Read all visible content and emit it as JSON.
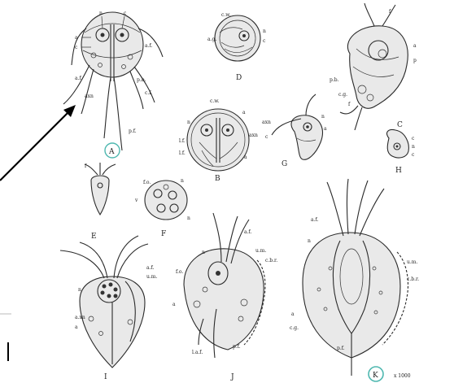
{
  "figure": {
    "panels": [
      {
        "id": "A",
        "letter": "A",
        "labels": [
          "n",
          "c",
          "a",
          "c",
          "a.f.",
          "axn",
          "p.b.",
          "c.f.",
          "p.f."
        ]
      },
      {
        "id": "D",
        "letter": "D",
        "labels": [
          "c.w.",
          "n",
          "a.g.",
          "c"
        ]
      },
      {
        "id": "C",
        "letter": "C",
        "labels": [
          "f",
          "a",
          "p",
          "p.b.",
          "c.g.",
          "f"
        ]
      },
      {
        "id": "B",
        "letter": "B",
        "labels": [
          "c.w.",
          "a",
          "n",
          "l.f.",
          "axn",
          "l.f.",
          "a"
        ]
      },
      {
        "id": "G",
        "letter": "G",
        "labels": [
          "n",
          "axn",
          "a",
          "c"
        ]
      },
      {
        "id": "H",
        "letter": "H",
        "labels": [
          "c",
          "n",
          "c"
        ]
      },
      {
        "id": "E",
        "letter": "E",
        "labels": [
          "f"
        ]
      },
      {
        "id": "F",
        "letter": "F",
        "labels": [
          "f.o.",
          "n",
          "v",
          "n"
        ]
      },
      {
        "id": "I",
        "letter": "I",
        "labels": [
          "a.f.",
          "u.m.",
          "n",
          "a.xn",
          "a"
        ]
      },
      {
        "id": "J",
        "letter": "J",
        "labels": [
          "a.f.",
          "n",
          "u.m.",
          "c.b.r.",
          "f.o.",
          "a",
          "l.a.f.",
          "p.f."
        ]
      },
      {
        "id": "K",
        "letter": "K",
        "labels": [
          "a.f.",
          "n",
          "u.m.",
          "c.b.r.",
          "a",
          "c.g.",
          "p.f."
        ]
      }
    ],
    "scale_note": "x 1000"
  }
}
